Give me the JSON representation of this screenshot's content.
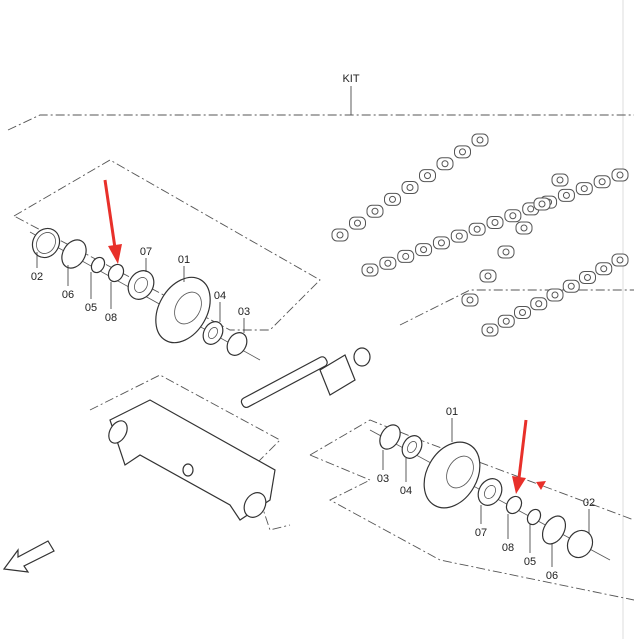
{
  "diagram": {
    "kit_label": "KIT",
    "left_assembly": {
      "labels": [
        "02",
        "06",
        "05",
        "08",
        "07",
        "01",
        "04",
        "03"
      ]
    },
    "right_assembly": {
      "labels": [
        "01",
        "03",
        "04",
        "07",
        "08",
        "05",
        "06",
        "02"
      ]
    },
    "highlight_color": "#e8302a"
  }
}
